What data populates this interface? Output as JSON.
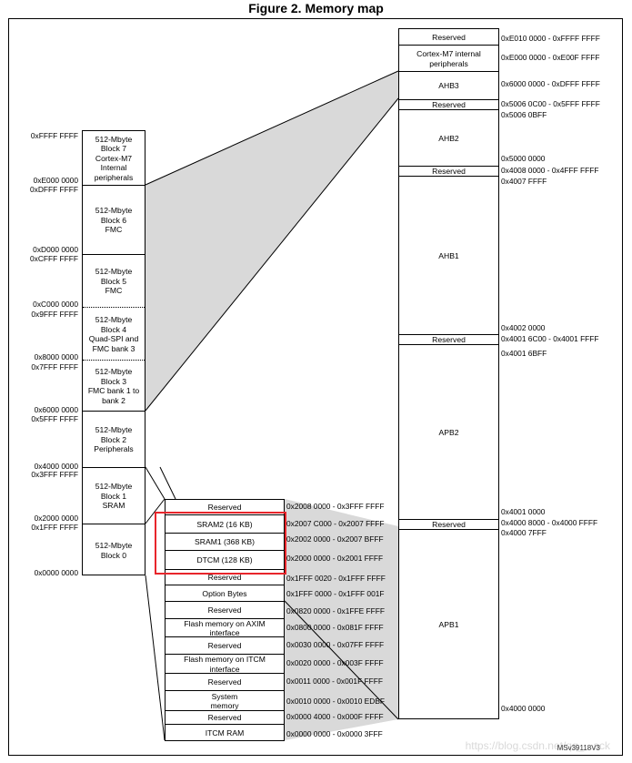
{
  "title": "Figure 2. Memory map",
  "figure_id": "MSv39118V3",
  "watermark": "https://blog.csdn.net/qq_...ack",
  "colors": {
    "highlight": "#e8252b",
    "shade": "#d9d9d9",
    "line": "#000000"
  },
  "main_blocks": [
    {
      "label": "512-Mbyte\nBlock 7\nCortex-M7\nInternal\nperipherals"
    },
    {
      "label": "512-Mbyte\nBlock 6\nFMC"
    },
    {
      "label": "512-Mbyte\nBlock 5\nFMC"
    },
    {
      "label": "512-Mbyte\nBlock 4\nQuad-SPI and\nFMC bank 3"
    },
    {
      "label": "512-Mbyte\nBlock 3\nFMC bank 1 to\nbank 2"
    },
    {
      "label": "512-Mbyte\nBlock 2\nPeripherals"
    },
    {
      "label": "512-Mbyte\nBlock 1\nSRAM"
    },
    {
      "label": "512-Mbyte\nBlock 0"
    }
  ],
  "left_addresses": [
    "0xFFFF FFFF",
    "0xE000 0000",
    "0xDFFF FFFF",
    "0xD000 0000",
    "0xCFFF FFFF",
    "0xC000 0000",
    "0x9FFF FFFF",
    "0x8000 0000",
    "0x7FFF FFFF",
    "0x6000 0000",
    "0x5FFF FFFF",
    "0x4000 0000",
    "0x3FFF FFFF",
    "0x2000 0000",
    "0x1FFF FFFF",
    "0x0000 0000"
  ],
  "peripheral_regions": [
    {
      "label": "Reserved"
    },
    {
      "label": "Cortex-M7 internal\nperipherals"
    },
    {
      "label": "AHB3"
    },
    {
      "label": "Reserved"
    },
    {
      "label": "AHB2"
    },
    {
      "label": "Reserved"
    },
    {
      "label": "AHB1"
    },
    {
      "label": "Reserved"
    },
    {
      "label": "APB2"
    },
    {
      "label": "Reserved"
    },
    {
      "label": "APB1"
    }
  ],
  "peripheral_addresses": [
    "0xE010 0000 - 0xFFFF FFFF",
    "0xE000 0000 - 0xE00F FFFF",
    "0x6000 0000 - 0xDFFF FFFF",
    "0x5006 0C00 - 0x5FFF FFFF",
    "0x5006 0BFF",
    "0x5000 0000",
    "0x4008 0000 - 0x4FFF FFFF",
    "0x4007 FFFF",
    "0x4002 0000",
    "0x4001 6C00 - 0x4001 FFFF",
    "0x4001 6BFF",
    "0x4001 0000",
    "0x4000 8000 - 0x4000 FFFF",
    "0x4000 7FFF",
    "0x4000 0000"
  ],
  "lower_regions": [
    {
      "label": "Reserved"
    },
    {
      "label": "SRAM2 (16 KB)"
    },
    {
      "label": "SRAM1 (368 KB)"
    },
    {
      "label": "DTCM (128 KB)"
    },
    {
      "label": "Reserved"
    },
    {
      "label": "Option Bytes"
    },
    {
      "label": "Reserved"
    },
    {
      "label": "Flash memory on AXIM\ninterface"
    },
    {
      "label": "Reserved"
    },
    {
      "label": "Flash memory on ITCM\ninterface"
    },
    {
      "label": "Reserved"
    },
    {
      "label": "System\nmemory"
    },
    {
      "label": "Reserved"
    },
    {
      "label": "ITCM RAM"
    }
  ],
  "lower_addresses": [
    "0x2008 0000 - 0x3FFF FFFF",
    "0x2007 C000 - 0x2007 FFFF",
    "0x2002 0000 - 0x2007 BFFF",
    "0x2000 0000 - 0x2001 FFFF",
    "0x1FFF 0020 - 0x1FFF FFFF",
    "0x1FFF 0000 - 0x1FFF 001F",
    "0x0820 0000 - 0x1FFE FFFF",
    "0x0800 0000 - 0x081F FFFF",
    "0x0030 0000 - 0x07FF FFFF",
    "0x0020 0000 - 0x003F FFFF",
    "0x0011 0000 - 0x001F FFFF",
    "0x0010 0000 - 0x0010 EDBF",
    "0x0000 4000 - 0x000F FFFF",
    "0x0000 0000 - 0x0000 3FFF"
  ]
}
